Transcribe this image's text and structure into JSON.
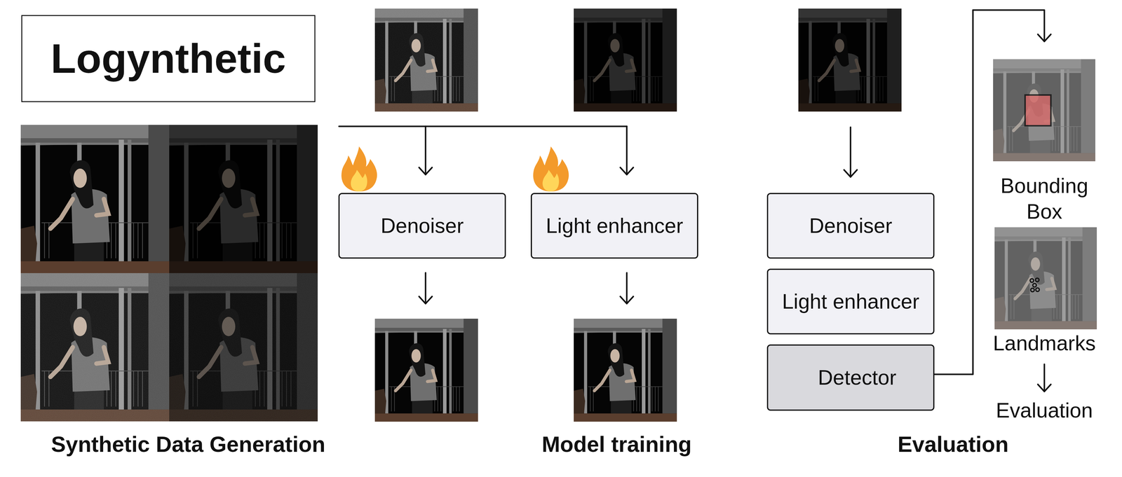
{
  "diagram": {
    "nodes": [
      {
        "text": [
          "Logynthetic"
        ]
      },
      {
        "text": [
          "Denoiser"
        ]
      },
      {
        "text": [
          "Light enhancer"
        ]
      },
      {
        "text": [
          "Denoiser"
        ]
      },
      {
        "text": [
          "Light enhancer"
        ]
      },
      {
        "text": [
          "Detector"
        ]
      }
    ],
    "labels": [
      "Synthetic Data Generation",
      "Model training",
      "Evaluation",
      "Bounding Box",
      "Landmarks",
      "Evaluation"
    ]
  }
}
